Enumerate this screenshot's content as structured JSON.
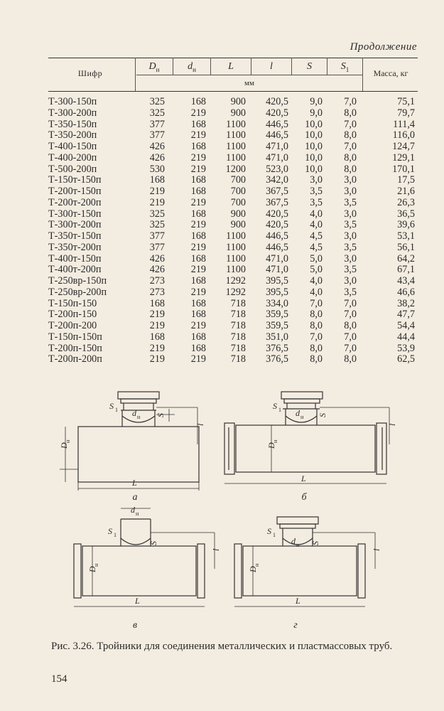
{
  "continuation": "Продолжение",
  "table": {
    "header_cipher": "Шифр",
    "header_units": "мм",
    "header_mass": "Масса, кг",
    "columns": [
      {
        "main": "D",
        "sub": "н"
      },
      {
        "main": "d",
        "sub": "н"
      },
      {
        "main": "L",
        "sub": ""
      },
      {
        "main": "l",
        "sub": ""
      },
      {
        "main": "S",
        "sub": ""
      },
      {
        "main": "S",
        "sub": "1"
      }
    ],
    "rows": [
      [
        "Т-300-150п",
        "325",
        "168",
        "900",
        "420,5",
        "9,0",
        "7,0",
        "75,1"
      ],
      [
        "Т-300-200п",
        "325",
        "219",
        "900",
        "420,5",
        "9,0",
        "8,0",
        "79,7"
      ],
      [
        "Т-350-150п",
        "377",
        "168",
        "1100",
        "446,5",
        "10,0",
        "7,0",
        "111,4"
      ],
      [
        "Т-350-200п",
        "377",
        "219",
        "1100",
        "446,5",
        "10,0",
        "8,0",
        "116,0"
      ],
      [
        "Т-400-150п",
        "426",
        "168",
        "1100",
        "471,0",
        "10,0",
        "7,0",
        "124,7"
      ],
      [
        "Т-400-200п",
        "426",
        "219",
        "1100",
        "471,0",
        "10,0",
        "8,0",
        "129,1"
      ],
      [
        "Т-500-200п",
        "530",
        "219",
        "1200",
        "523,0",
        "10,0",
        "8,0",
        "170,1"
      ],
      [
        "Т-150т-150п",
        "168",
        "168",
        "700",
        "342,0",
        "3,0",
        "3,0",
        "17,5"
      ],
      [
        "Т-200т-150п",
        "219",
        "168",
        "700",
        "367,5",
        "3,5",
        "3,0",
        "21,6"
      ],
      [
        "Т-200т-200п",
        "219",
        "219",
        "700",
        "367,5",
        "3,5",
        "3,5",
        "26,3"
      ],
      [
        "Т-300т-150п",
        "325",
        "168",
        "900",
        "420,5",
        "4,0",
        "3,0",
        "36,5"
      ],
      [
        "Т-300т-200п",
        "325",
        "219",
        "900",
        "420,5",
        "4,0",
        "3,5",
        "39,6"
      ],
      [
        "Т-350т-150п",
        "377",
        "168",
        "1100",
        "446,5",
        "4,5",
        "3,0",
        "53,1"
      ],
      [
        "Т-350т-200п",
        "377",
        "219",
        "1100",
        "446,5",
        "4,5",
        "3,5",
        "56,1"
      ],
      [
        "Т-400т-150п",
        "426",
        "168",
        "1100",
        "471,0",
        "5,0",
        "3,0",
        "64,2"
      ],
      [
        "Т-400т-200п",
        "426",
        "219",
        "1100",
        "471,0",
        "5,0",
        "3,5",
        "67,1"
      ],
      [
        "Т-250вр-150п",
        "273",
        "168",
        "1292",
        "395,5",
        "4,0",
        "3,0",
        "43,4"
      ],
      [
        "Т-250вр-200п",
        "273",
        "219",
        "1292",
        "395,5",
        "4,0",
        "3,5",
        "46,6"
      ],
      [
        "Т-150п-150",
        "168",
        "168",
        "718",
        "334,0",
        "7,0",
        "7,0",
        "38,2"
      ],
      [
        "Т-200п-150",
        "219",
        "168",
        "718",
        "359,5",
        "8,0",
        "7,0",
        "47,7"
      ],
      [
        "Т-200п-200",
        "219",
        "219",
        "718",
        "359,5",
        "8,0",
        "8,0",
        "54,4"
      ],
      [
        "Т-150п-150п",
        "168",
        "168",
        "718",
        "351,0",
        "7,0",
        "7,0",
        "44,4"
      ],
      [
        "Т-200п-150п",
        "219",
        "168",
        "718",
        "376,5",
        "8,0",
        "7,0",
        "53,9"
      ],
      [
        "Т-200п-200п",
        "219",
        "219",
        "718",
        "376,5",
        "8,0",
        "8,0",
        "62,5"
      ]
    ]
  },
  "figure": {
    "labels": {
      "S1": "S",
      "S1_sub": "1",
      "dn": "d",
      "dn_sub": "н",
      "S": "S",
      "l": "l",
      "Dn": "D",
      "Dn_sub": "н",
      "L": "L"
    },
    "panels": [
      "а",
      "б",
      "в",
      "г"
    ]
  },
  "caption": "Рис. 3.26. Тройники для соединения металлических и пластмассовых труб.",
  "page_number": "154"
}
